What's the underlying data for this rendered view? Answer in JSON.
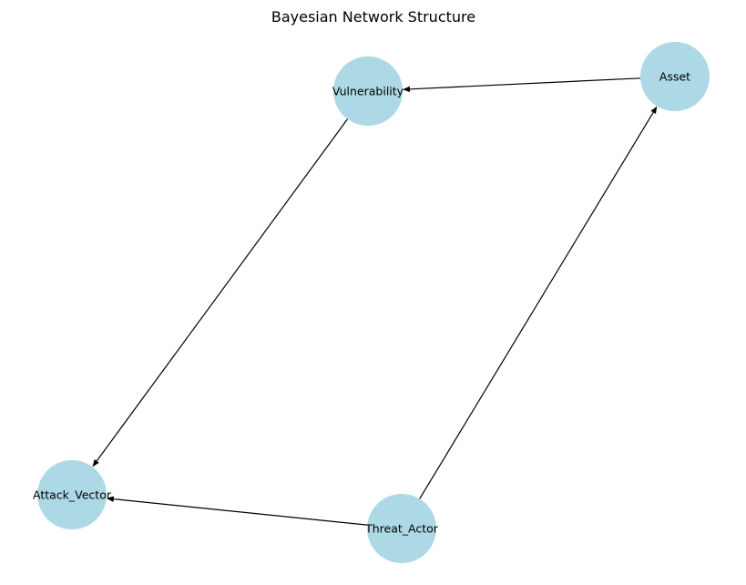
{
  "title": "Bayesian Network Structure",
  "colors": {
    "node_fill": "#add8e6",
    "edge": "#000000",
    "background": "#ffffff"
  },
  "nodes": [
    {
      "id": "vulnerability",
      "label": "Vulnerability"
    },
    {
      "id": "asset",
      "label": "Asset"
    },
    {
      "id": "attack_vector",
      "label": "Attack_Vector"
    },
    {
      "id": "threat_actor",
      "label": "Threat_Actor"
    }
  ],
  "edges": [
    {
      "from": "asset",
      "to": "vulnerability"
    },
    {
      "from": "vulnerability",
      "to": "attack_vector"
    },
    {
      "from": "threat_actor",
      "to": "attack_vector"
    },
    {
      "from": "threat_actor",
      "to": "asset"
    }
  ]
}
